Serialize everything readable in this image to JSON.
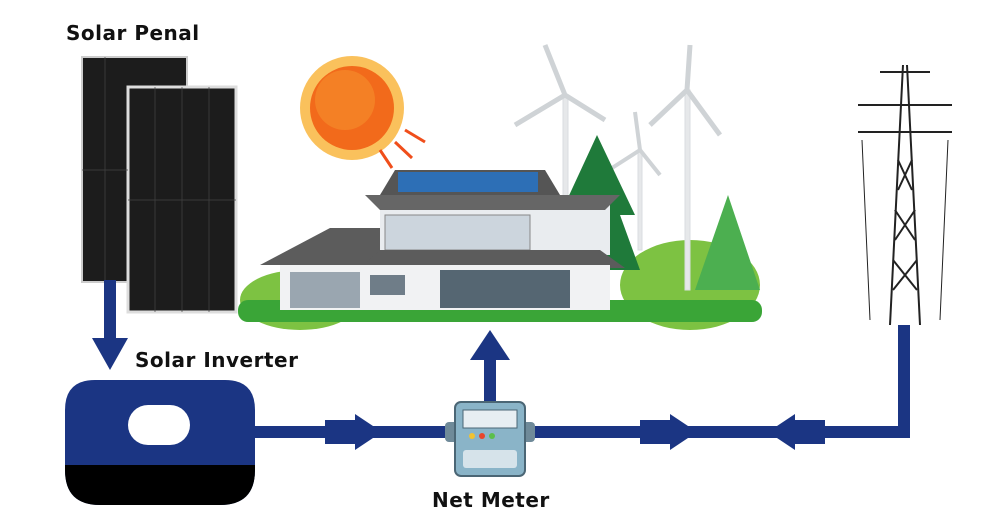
{
  "labels": {
    "solar_panel": "Solar Penal",
    "solar_inverter": "Solar Inverter",
    "net_meter": "Net Meter"
  },
  "colors": {
    "pipe": "#1b3583",
    "sun": "#f26a1b",
    "panel": "#1c1c1c",
    "grass": "#3aa537",
    "meter_body": "#8ab4c8"
  }
}
